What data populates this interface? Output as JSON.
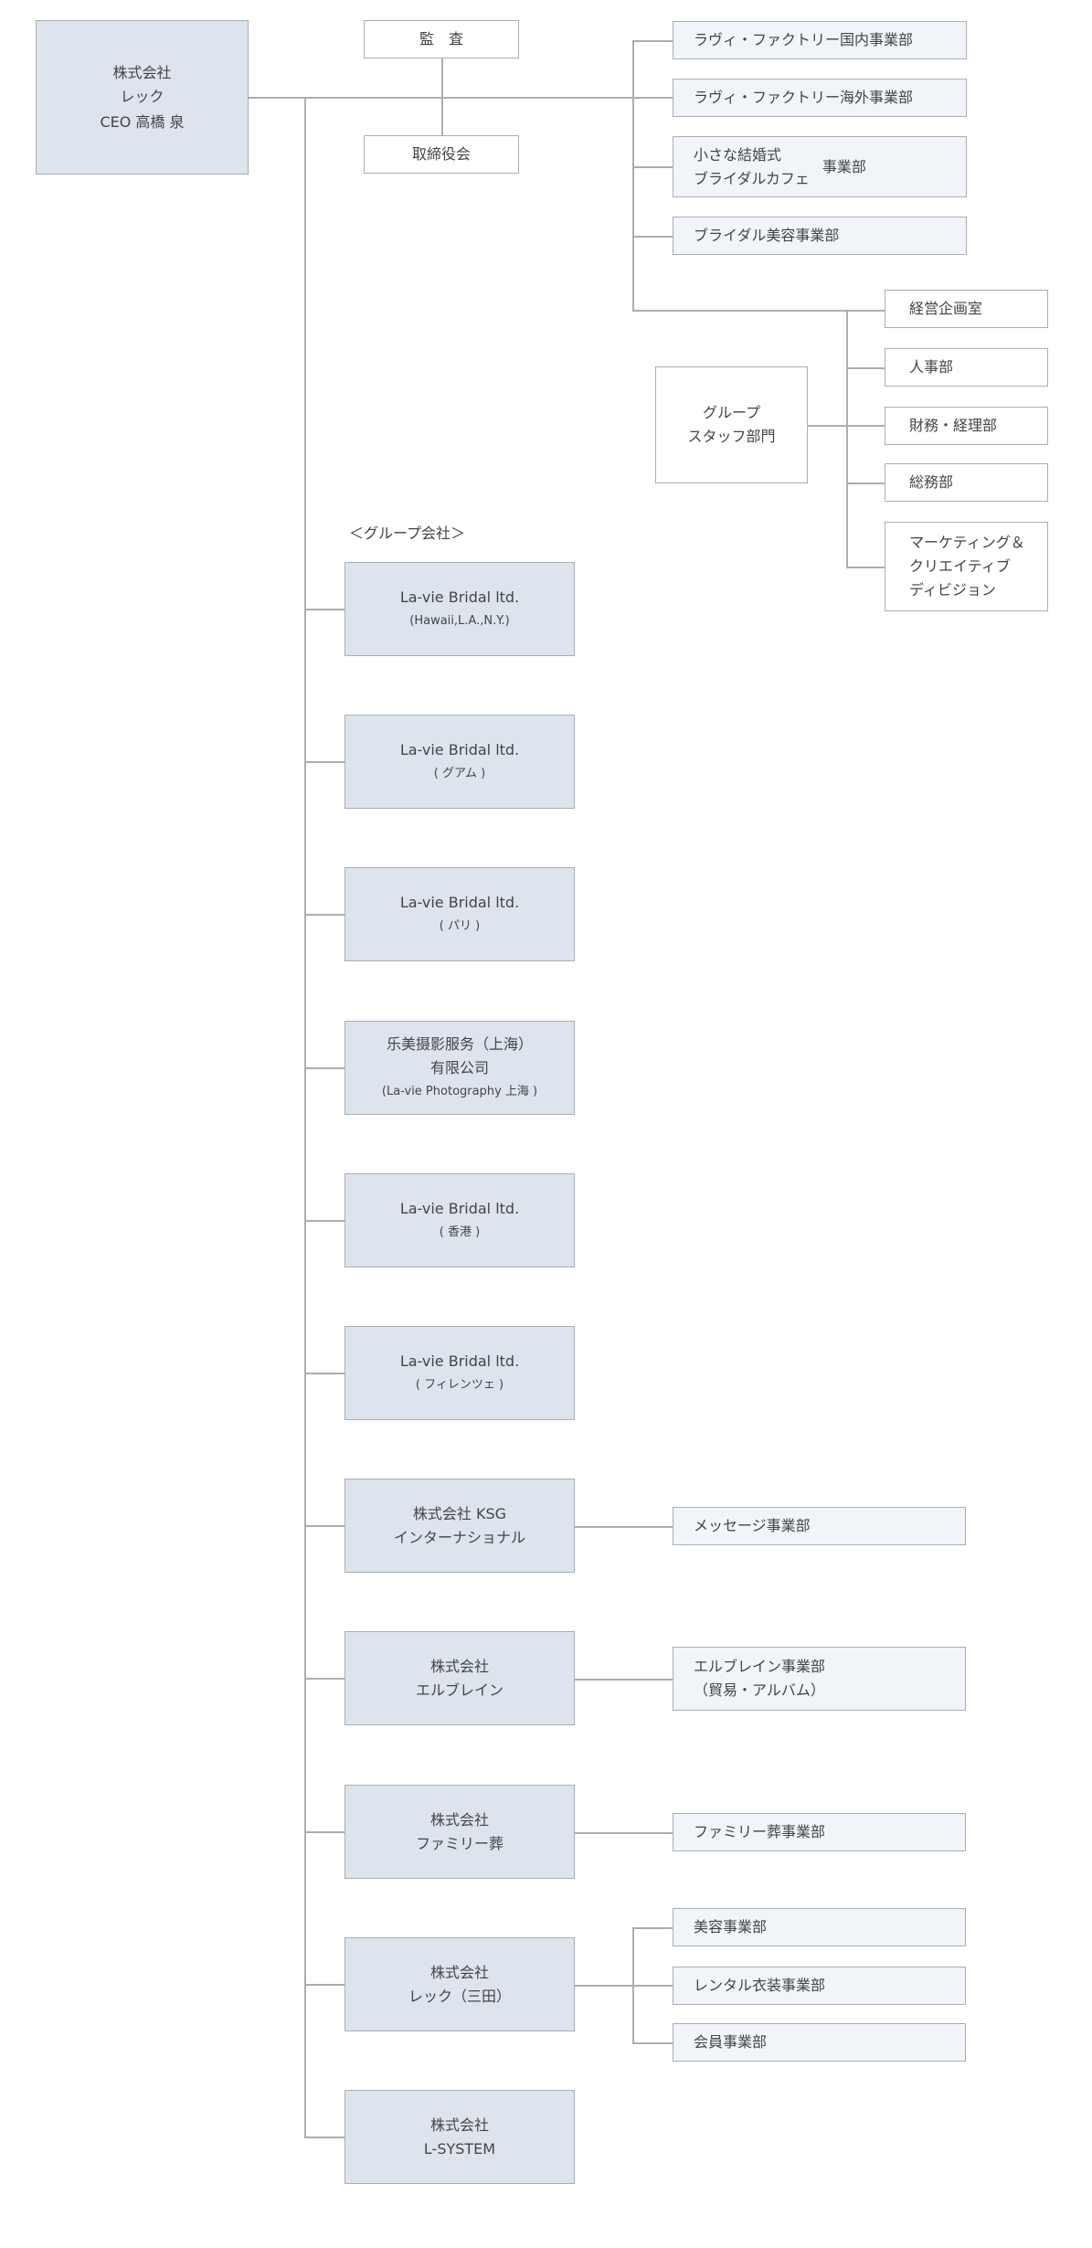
{
  "ceo": {
    "line1": "株式会社",
    "line2": "レック",
    "line3": "CEO 高橋 泉"
  },
  "audit": "監　査",
  "board": "取締役会",
  "divisions": [
    "ラヴィ・ファクトリー国内事業部",
    "ラヴィ・ファクトリー海外事業部",
    "ブライダル美容事業部"
  ],
  "cafe": {
    "line1": "小さな結婚式",
    "line2": "ブライダルカフェ",
    "suffix": "事業部"
  },
  "staff": {
    "line1": "グループ",
    "line2": "スタッフ部門",
    "items": [
      "経営企画室",
      "人事部",
      "財務・経理部",
      "総務部"
    ],
    "marketing": [
      "マーケティング＆",
      "クリエイティブ",
      "ディビジョン"
    ]
  },
  "group_label": "＜グループ会社＞",
  "companies": [
    {
      "l1": "La-vie Bridal ltd.",
      "l2": "(Hawaii,L.A.,N.Y.)"
    },
    {
      "l1": "La-vie Bridal ltd.",
      "l2": "( グアム )"
    },
    {
      "l1": "La-vie Bridal ltd.",
      "l2": "( パリ )"
    },
    {
      "l1": "乐美摄影服务（上海）",
      "l2": "有限公司",
      "l3": "(La-vie Photography 上海 )"
    },
    {
      "l1": "La-vie Bridal ltd.",
      "l2": "( 香港 )"
    },
    {
      "l1": "La-vie Bridal ltd.",
      "l2": "( フィレンツェ )"
    },
    {
      "l1": "株式会社 KSG",
      "l2": "インターナショナル"
    },
    {
      "l1": "株式会社",
      "l2": "エルブレイン"
    },
    {
      "l1": "株式会社",
      "l2": "ファミリー葬"
    },
    {
      "l1": "株式会社",
      "l2": "レック（三田）"
    },
    {
      "l1": "株式会社",
      "l2": "L-SYSTEM"
    }
  ],
  "subs": {
    "ksg": "メッセージ事業部",
    "elbrain": [
      "エルブレイン事業部",
      "（貿易・アルバム）"
    ],
    "family": "ファミリー葬事業部",
    "rec": [
      "美容事業部",
      "レンタル衣装事業部",
      "会員事業部"
    ]
  }
}
